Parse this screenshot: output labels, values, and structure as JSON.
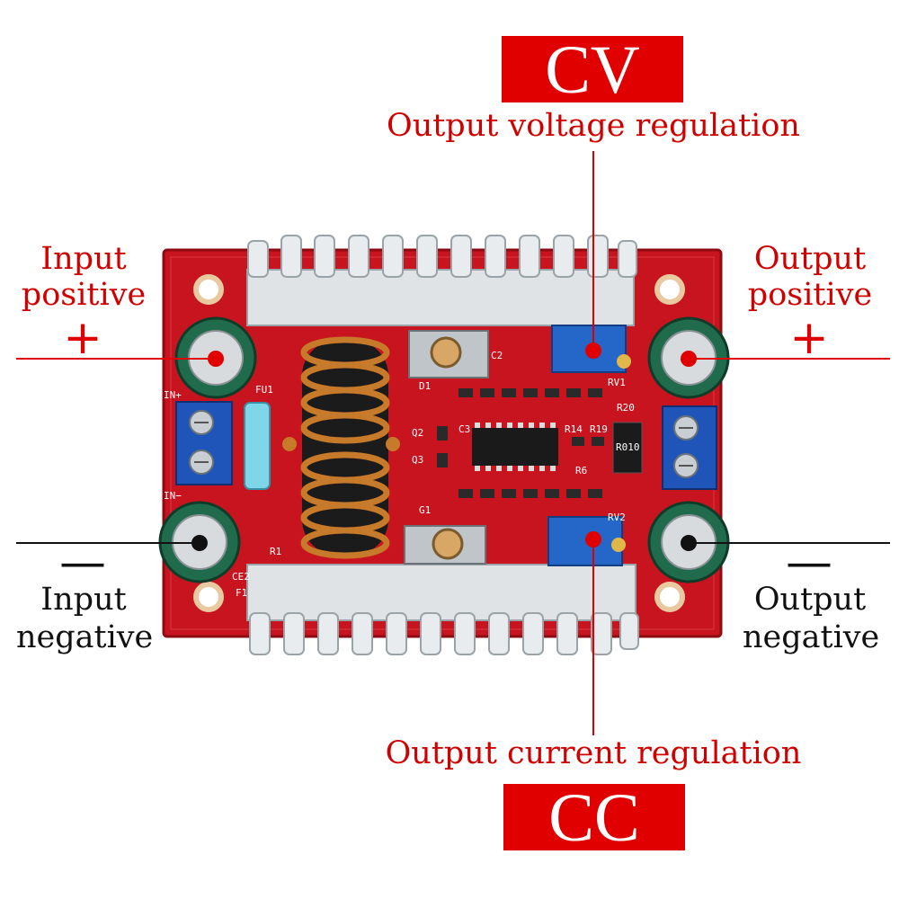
{
  "badges": {
    "cv": "CV",
    "cc": "CC"
  },
  "captions": {
    "voltage_regulation": "Output voltage regulation",
    "current_regulation": "Output current regulation"
  },
  "terminals": {
    "input_positive": {
      "line1": "Input",
      "line2": "positive",
      "sign": "+"
    },
    "output_positive": {
      "line1": "Output",
      "line2": "positive",
      "sign": "+"
    },
    "input_negative": {
      "line1": "Input",
      "line2": "negative",
      "sign": "—"
    },
    "output_negative": {
      "line1": "Output",
      "line2": "negative",
      "sign": "—"
    }
  },
  "board_silkscreen": {
    "in_plus": "IN+",
    "in_minus": "IN−",
    "fu1": "FU1",
    "d1": "D1",
    "c2": "C2",
    "q2": "Q2",
    "q3": "Q3",
    "c3": "C3",
    "r14": "R14",
    "r19": "R19",
    "r6": "R6",
    "r20": "R20",
    "r010": "R010",
    "rv1": "RV1",
    "rv2": "RV2",
    "g1": "G1",
    "r1": "R1",
    "ce2": "CE2",
    "f1": "F1"
  },
  "colors": {
    "accent_red": "#e10000",
    "pcb_red": "#c8141e",
    "heatsink": "#dfe3e6",
    "terminal_blue": "#1f55b8",
    "copper": "#c77a2a"
  }
}
